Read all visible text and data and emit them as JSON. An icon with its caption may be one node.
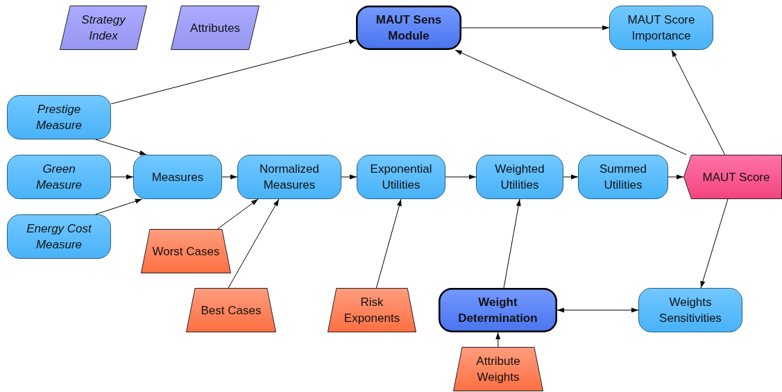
{
  "diagram": {
    "nodes": [
      {
        "text": [
          "Strategy Index"
        ]
      },
      {
        "text": [
          "Attributes"
        ]
      },
      {
        "text": [
          "MAUT Sens Module"
        ]
      },
      {
        "text": [
          "MAUT Score Importance"
        ]
      },
      {
        "text": [
          "Prestige Measure"
        ]
      },
      {
        "text": [
          "Green Measure"
        ]
      },
      {
        "text": [
          "Measures"
        ]
      },
      {
        "text": [
          "Normalized Measures"
        ]
      },
      {
        "text": [
          "Exponential Utilities"
        ]
      },
      {
        "text": [
          "Weighted Utilities"
        ]
      },
      {
        "text": [
          "Summed Utilities"
        ]
      },
      {
        "text": [
          "MAUT Score"
        ]
      },
      {
        "text": [
          "Energy Cost Measure"
        ]
      },
      {
        "text": [
          "Worst Cases"
        ]
      },
      {
        "text": [
          "Best Cases"
        ]
      },
      {
        "text": [
          "Risk Exponents"
        ]
      },
      {
        "text": [
          "Weight Determination"
        ]
      },
      {
        "text": [
          "Weights Sensitivities"
        ]
      },
      {
        "text": [
          "Attribute Weights"
        ]
      }
    ],
    "edges": [
      {
        "from": 4,
        "to": 2,
        "arrow": "to"
      },
      {
        "from": 2,
        "to": 3,
        "arrow": "to"
      },
      {
        "from": 11,
        "to": 2,
        "arrow": "to"
      },
      {
        "from": 11,
        "to": 3,
        "arrow": "to"
      },
      {
        "from": 4,
        "to": 6,
        "arrow": "to"
      },
      {
        "from": 5,
        "to": 6,
        "arrow": "to"
      },
      {
        "from": 12,
        "to": 6,
        "arrow": "to"
      },
      {
        "from": 6,
        "to": 7,
        "arrow": "to"
      },
      {
        "from": 7,
        "to": 8,
        "arrow": "to"
      },
      {
        "from": 8,
        "to": 9,
        "arrow": "to"
      },
      {
        "from": 9,
        "to": 10,
        "arrow": "to"
      },
      {
        "from": 10,
        "to": 11,
        "arrow": "to"
      },
      {
        "from": 13,
        "to": 7,
        "arrow": "to"
      },
      {
        "from": 14,
        "to": 7,
        "arrow": "to"
      },
      {
        "from": 15,
        "to": 8,
        "arrow": "to"
      },
      {
        "from": 16,
        "to": 9,
        "arrow": "to"
      },
      {
        "from": 11,
        "to": 17,
        "arrow": "to"
      },
      {
        "from": 16,
        "to": 17,
        "arrow": "both"
      },
      {
        "from": 18,
        "to": 16,
        "arrow": "to"
      }
    ]
  }
}
